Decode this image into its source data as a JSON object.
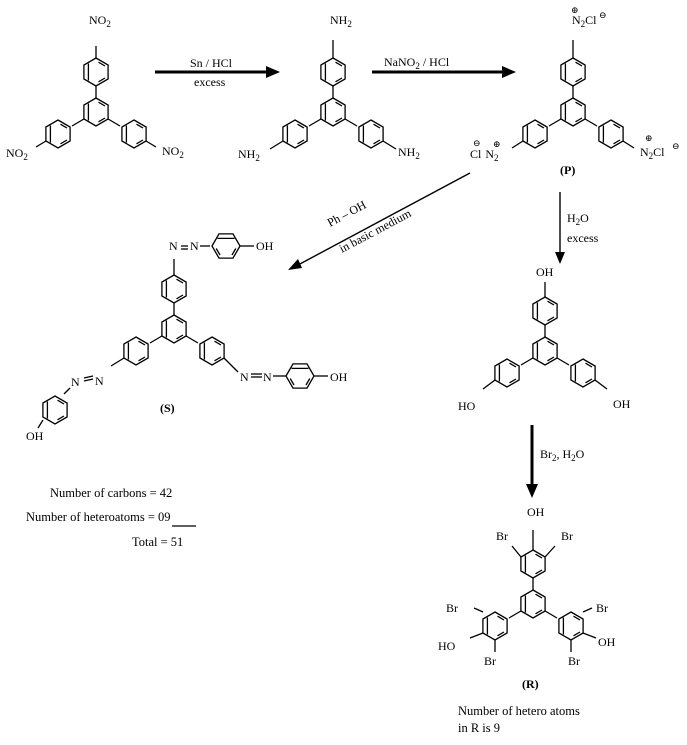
{
  "reagents": {
    "step1": {
      "top": "Sn / HCl",
      "bottom": "excess"
    },
    "step2": {
      "top": "NaNO₂ / HCl"
    },
    "step3": {
      "line1": "Ph – OH",
      "line2": "in basic medium"
    },
    "step4": {
      "line1": "H₂O",
      "line2": "excess"
    },
    "step5": {
      "label": "Br₂, H₂O"
    }
  },
  "compound_labels": {
    "P": "(P)",
    "S": "(S)",
    "R": "(R)"
  },
  "substituents": {
    "nitro": "NO₂",
    "amine": "NH₂",
    "diazonium": "N₂Cl",
    "diazonium_left": "Cl N₂",
    "hydroxyl": "OH",
    "hydroxyl_left": "HO",
    "bromo": "Br",
    "azo": "N=N"
  },
  "notes_S": {
    "carbons": "Number of carbons = 42",
    "heteroatoms": "Number of heteroatoms = 09",
    "total": "Total = 51"
  },
  "notes_R": {
    "line1": "Number of hetero atoms",
    "line2": "in R is 9"
  }
}
